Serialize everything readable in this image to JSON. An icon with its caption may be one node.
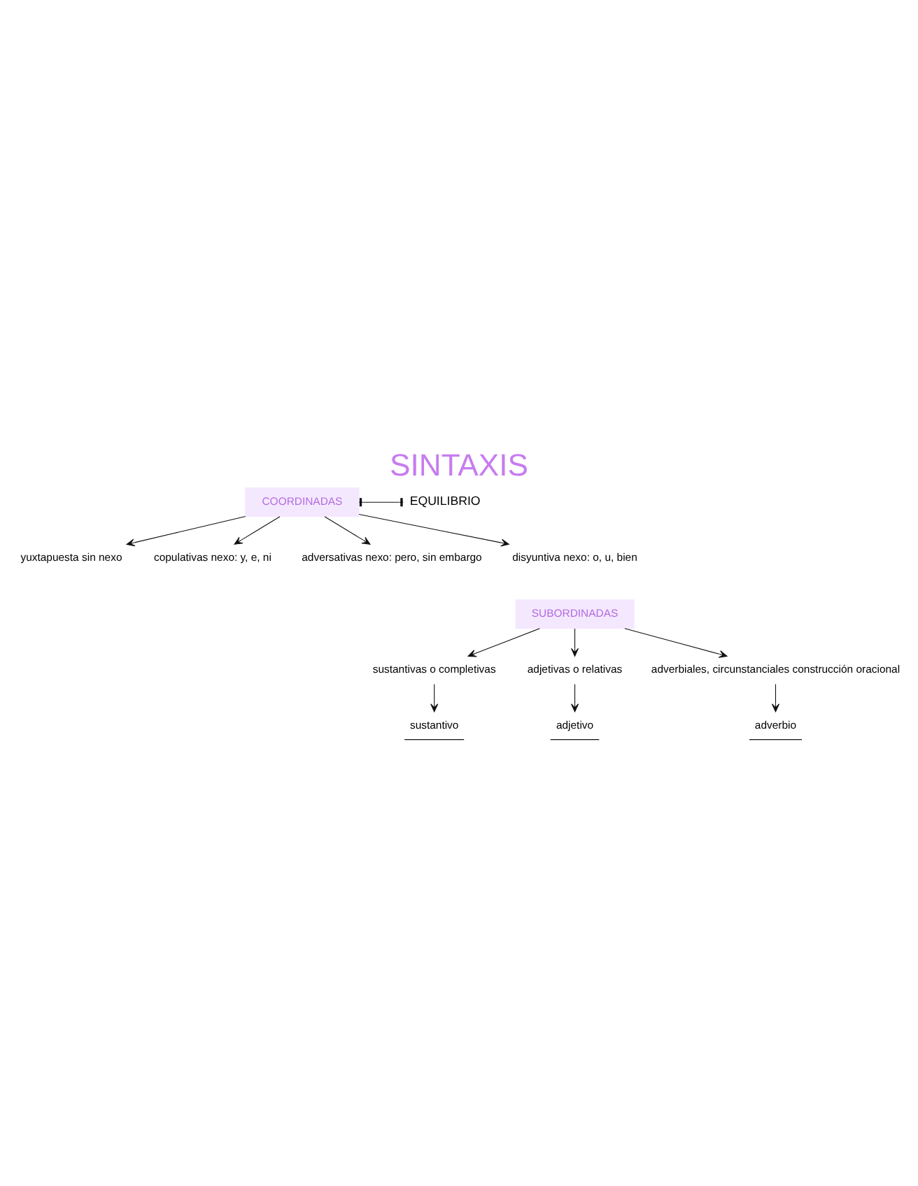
{
  "diagram": {
    "title": "SINTAXIS",
    "nodes": [
      {
        "text": [
          "COORDINADAS"
        ]
      },
      {
        "text": [
          "yuxtapuesta sin nexo"
        ]
      },
      {
        "text": [
          "copulativas nexo: y, e, ni"
        ]
      },
      {
        "text": [
          "adversativas nexo: pero, sin embargo"
        ]
      },
      {
        "text": [
          "disyuntiva nexo: o, u, bien"
        ]
      },
      {
        "text": [
          "SUBORDINADAS"
        ]
      },
      {
        "text": [
          "sustantivas o completivas"
        ]
      },
      {
        "text": [
          "sustantivo"
        ]
      },
      {
        "text": [
          "adjetivas o relativas"
        ]
      },
      {
        "text": [
          "adjetivo"
        ]
      },
      {
        "text": [
          "adverbiales, circunstanciales construcción oracional"
        ]
      },
      {
        "text": [
          "adverbio"
        ]
      }
    ],
    "edges": [
      {
        "from": 0,
        "to": 1,
        "arrow": "to"
      },
      {
        "from": 0,
        "to": 2,
        "arrow": "to"
      },
      {
        "from": 0,
        "to": 3,
        "arrow": "to"
      },
      {
        "from": 0,
        "to": 4,
        "arrow": "to"
      },
      {
        "from": 5,
        "to": 6,
        "arrow": "to"
      },
      {
        "from": 5,
        "to": 8,
        "arrow": "to"
      },
      {
        "from": 5,
        "to": 10,
        "arrow": "to"
      },
      {
        "from": 6,
        "to": 7,
        "arrow": "to"
      },
      {
        "from": 8,
        "to": 9,
        "arrow": "to"
      },
      {
        "from": 10,
        "to": 11,
        "arrow": "to"
      }
    ],
    "labels": [
      "EQUILIBRIO"
    ]
  }
}
